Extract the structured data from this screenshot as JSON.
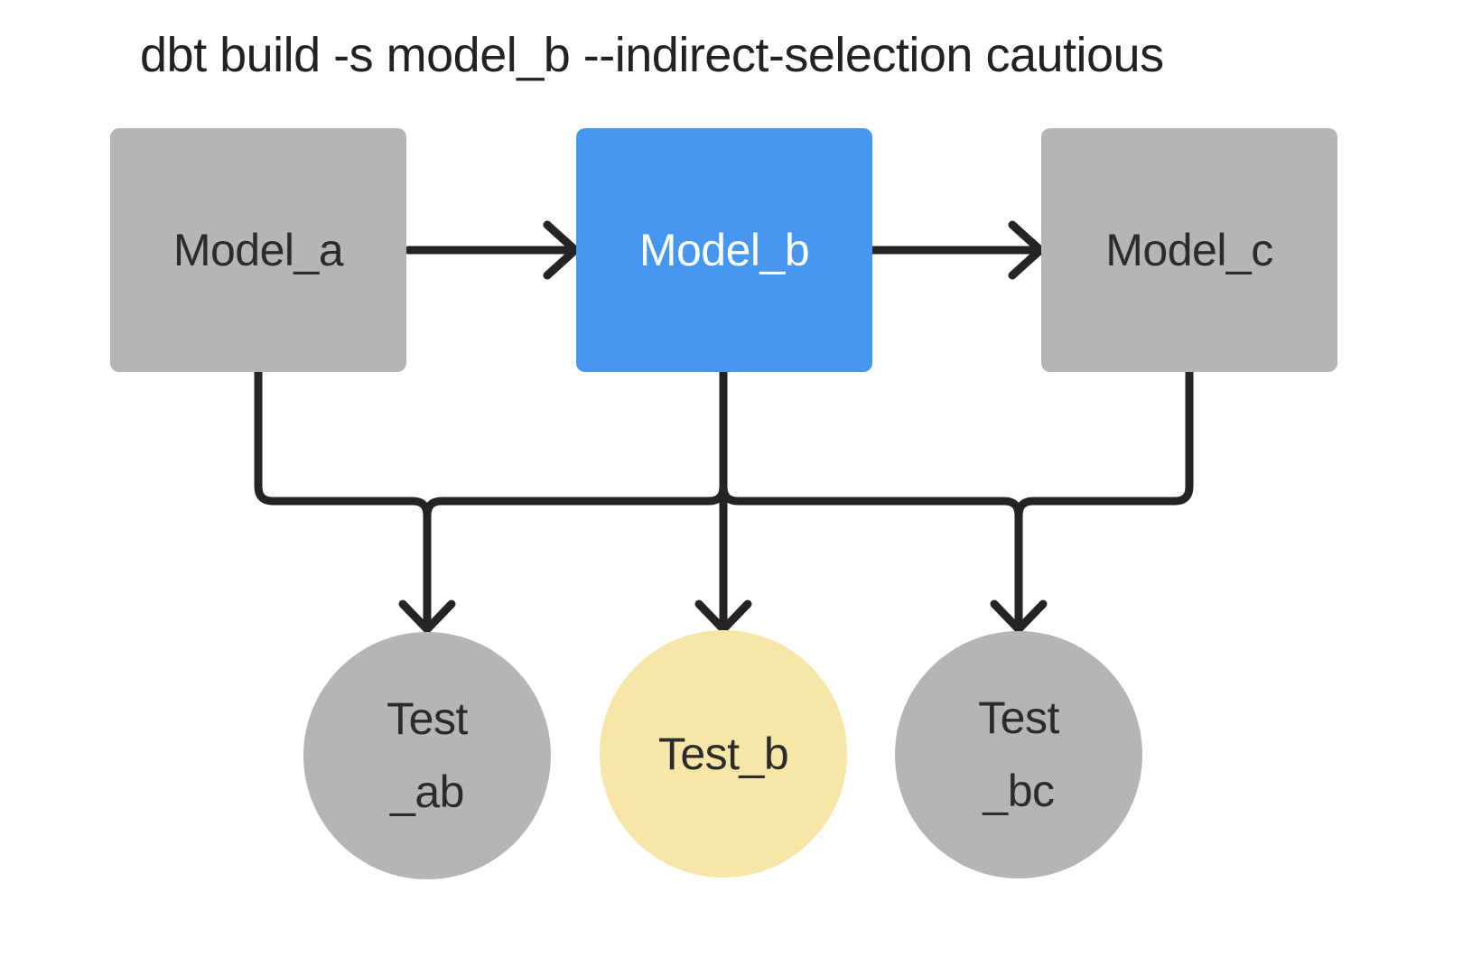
{
  "title": "dbt build -s model_b --indirect-selection cautious",
  "colors": {
    "background": "#ffffff",
    "edge": "#242424",
    "model_default_fill": "#b5b5b5",
    "model_selected_fill": "#4697f1",
    "test_default_fill": "#b5b5b5",
    "test_indirect_fill": "#f8e6a8",
    "text_dark": "#2b2b2b",
    "text_light": "#ffffff"
  },
  "models": [
    {
      "id": "model_a",
      "label": "Model_a",
      "fill": "#b5b5b5",
      "text_color": "#2b2b2b"
    },
    {
      "id": "model_b",
      "label": "Model_b",
      "fill": "#4697f1",
      "text_color": "#ffffff"
    },
    {
      "id": "model_c",
      "label": "Model_c",
      "fill": "#b5b5b5",
      "text_color": "#2b2b2b"
    }
  ],
  "tests": [
    {
      "id": "test_ab",
      "lines": [
        "Test",
        "_ab"
      ],
      "fill": "#b5b5b5",
      "text_color": "#2b2b2b"
    },
    {
      "id": "test_b",
      "lines": [
        "Test_b"
      ],
      "fill": "#f8e6a8",
      "text_color": "#2b2b2b"
    },
    {
      "id": "test_bc",
      "lines": [
        "Test",
        "_bc"
      ],
      "fill": "#b5b5b5",
      "text_color": "#2b2b2b"
    }
  ],
  "edges": [
    {
      "from": "model_a",
      "to": "model_b"
    },
    {
      "from": "model_b",
      "to": "model_c"
    },
    {
      "type": "fan",
      "sources": [
        "model_a",
        "model_b",
        "model_c"
      ],
      "targets": [
        "test_ab",
        "test_b",
        "test_bc"
      ]
    }
  ]
}
